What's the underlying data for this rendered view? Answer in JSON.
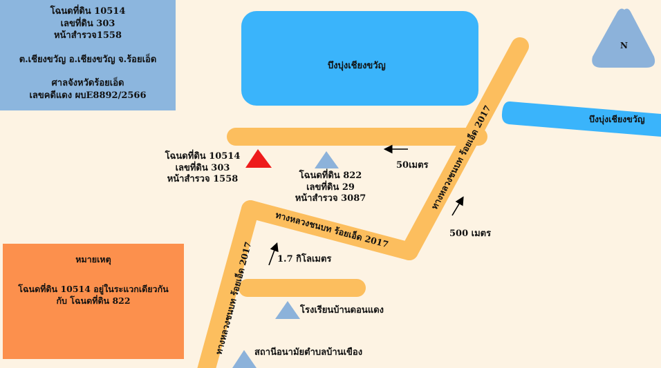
{
  "info_box": {
    "line1": "โฉนดที่ดิน 10514",
    "line2": "เลขที่ดิน 303",
    "line3": "หน้าสำรวจ1558",
    "line4": "ต.เชียงขวัญ อ.เชียงขวัญ จ.ร้อยเอ็ด",
    "line5": "ศาลจังหวัดร้อยเอ็ด",
    "line6": "เลขคดีแดง ผบE8892/2566"
  },
  "note_box": {
    "title": "หมายเหตุ",
    "text1": "โฉนดที่ดิน 10514 อยู่ในระแวกเดียวกัน",
    "text2": "กับ โฉนดที่ดิน 822"
  },
  "compass": {
    "label": "N"
  },
  "water_bodies": {
    "pond_main": "บึงบุ่งเชียงขวัญ",
    "pond_right": "บึงบุ่งเชียงขวัญ"
  },
  "roads": {
    "highway_upper": "ทางหลวงชนบท ร้อยเอ็ด 2017",
    "highway_middle": "ทางหลวงชนบท ร้อยเอ็ด 2017",
    "highway_lower": "ทางหลวงชนบท ร้อยเอ็ด 2017"
  },
  "distances": {
    "d50": "50เมตร",
    "d500": "500 เมตร",
    "d1700": "1.7 กิโลเมตร"
  },
  "parcels": {
    "target": {
      "line1": "โฉนดที่ดิน 10514",
      "line2": "เลขที่ดิน 303",
      "line3": "หน้าสำรวจ 1558"
    },
    "neighbor": {
      "line1": "โฉนดที่ดิน 822",
      "line2": "เลขที่ดิน 29",
      "line3": "หน้าสำรวจ 3087"
    }
  },
  "landmarks": {
    "school": "โรงเรียนบ้านดอนแดง",
    "health_station": "สถานีอนามัยตำบลบ้านเขือง"
  },
  "colors": {
    "background": "#fdf3e3",
    "road": "#fcbe5e",
    "water": "#3ab4fb",
    "info_box": "#8cb6de",
    "note_box": "#fc904d",
    "marker_target": "#ee1b1b",
    "marker_other": "#8cb2da"
  }
}
